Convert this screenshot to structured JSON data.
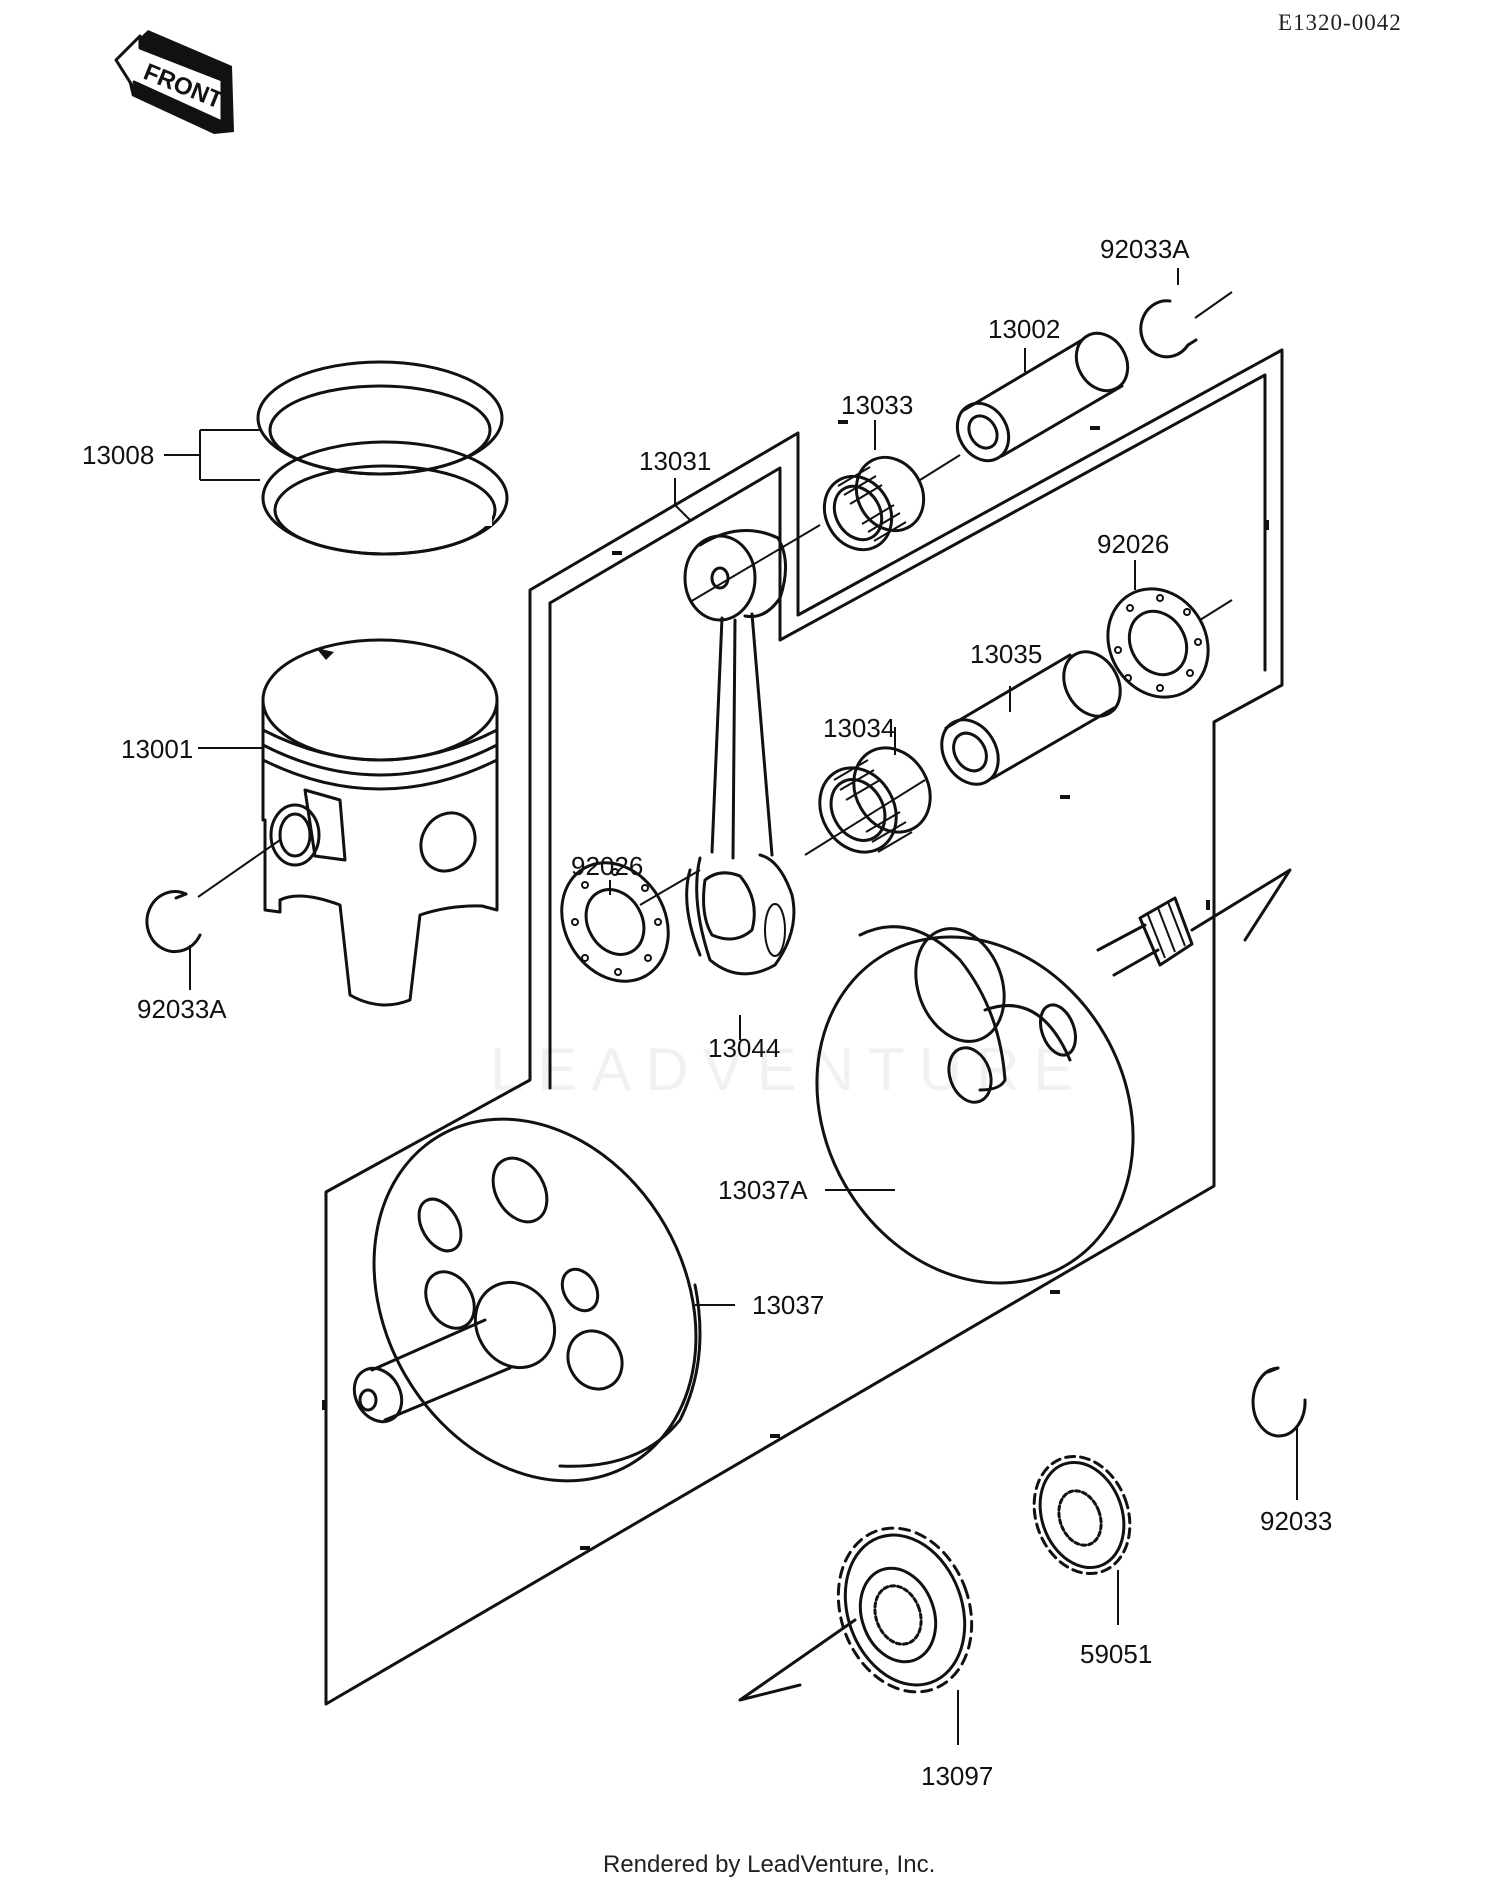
{
  "diagram_code": "E1320-0042",
  "direction_label": "FRONT",
  "watermark": "LEADVENTURE",
  "footer": "Rendered by LeadVenture, Inc.",
  "parts": {
    "ring_set": "13008",
    "piston": "13001",
    "circlip_left": "92033A",
    "circlip_top": "92033A",
    "piston_pin": "13002",
    "small_end_bearing": "13033",
    "connecting_rod": "13031",
    "washer_right": "92026",
    "crank_pin": "13035",
    "big_end_bearing": "13034",
    "washer_left": "92026",
    "rod_label_bottom": "13044",
    "crank_half_right": "13037A",
    "crank_half_left": "13037",
    "snap_ring": "92033",
    "small_gear": "59051",
    "large_gear": "13097"
  }
}
